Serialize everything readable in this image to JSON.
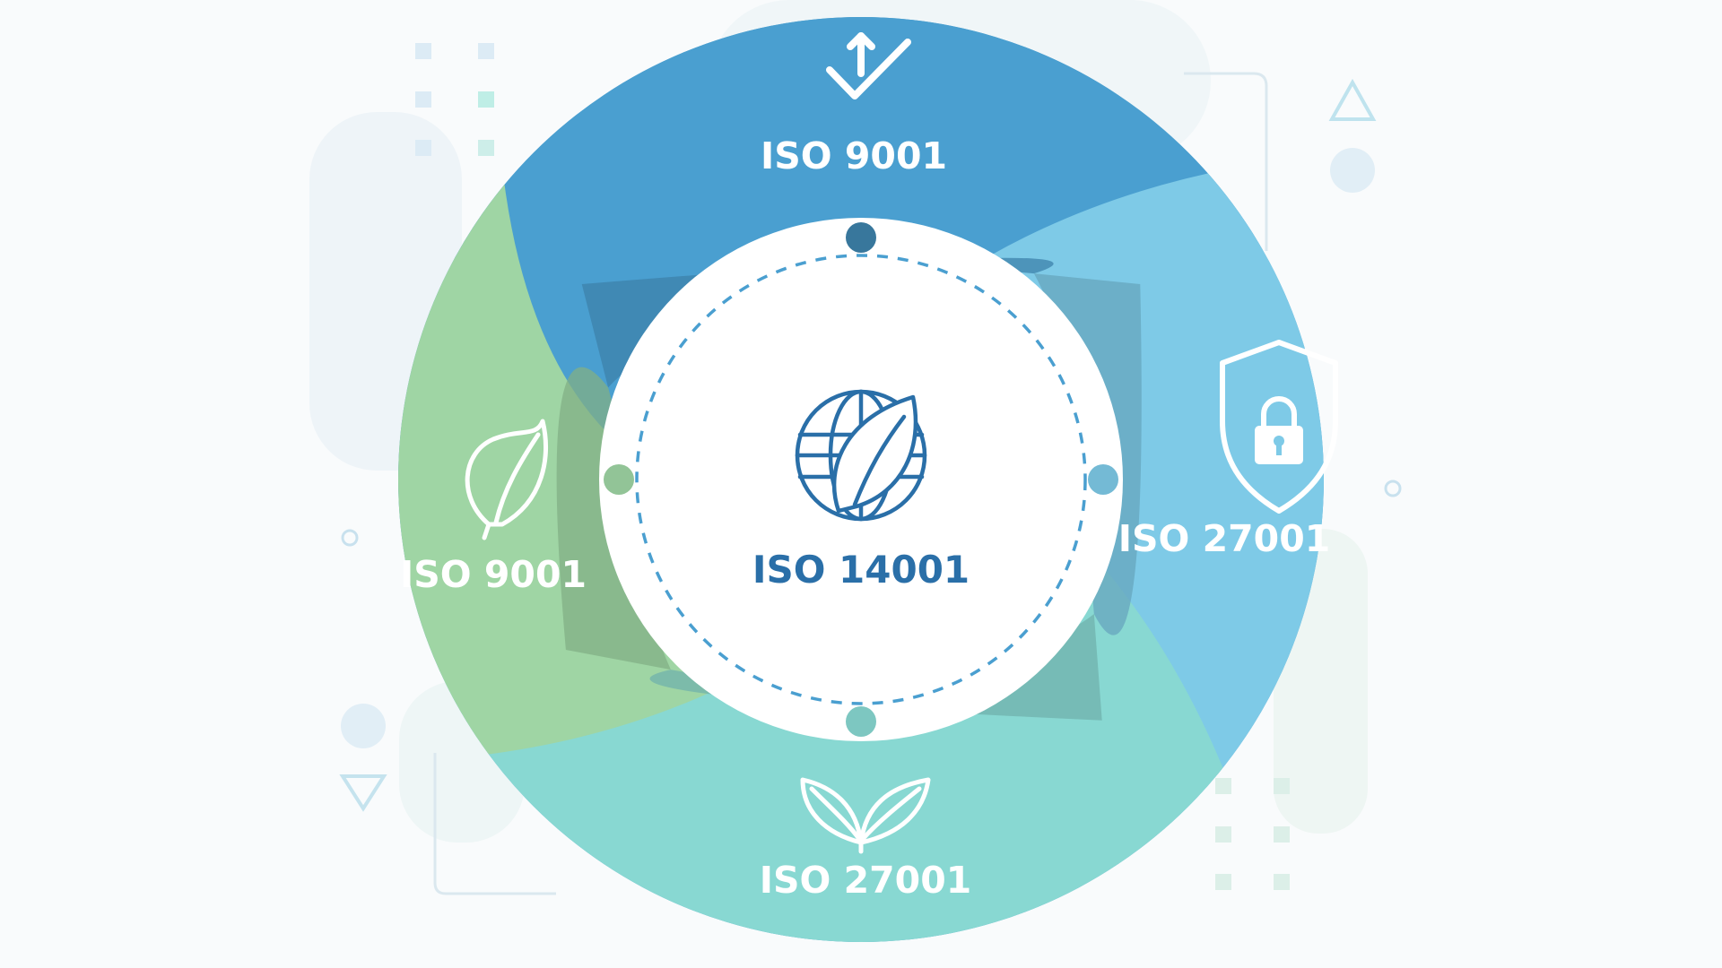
{
  "diagram": {
    "center": {
      "label": "ISO 14001",
      "icon": "globe-leaf-icon",
      "color": "#2a6fa8"
    },
    "segments": [
      {
        "id": "top",
        "label": "ISO 9001",
        "icon": "check-arrow-icon",
        "color": "#4a9fd0"
      },
      {
        "id": "right",
        "label": "ISO 27001",
        "icon": "shield-lock-icon",
        "color": "#7ecae7"
      },
      {
        "id": "bottom",
        "label": "ISO 27001",
        "icon": "sprout-icon",
        "color": "#88d8d2"
      },
      {
        "id": "left",
        "label": "ISO 9001",
        "icon": "leaf-icon",
        "color": "#9fd5a4"
      }
    ]
  }
}
